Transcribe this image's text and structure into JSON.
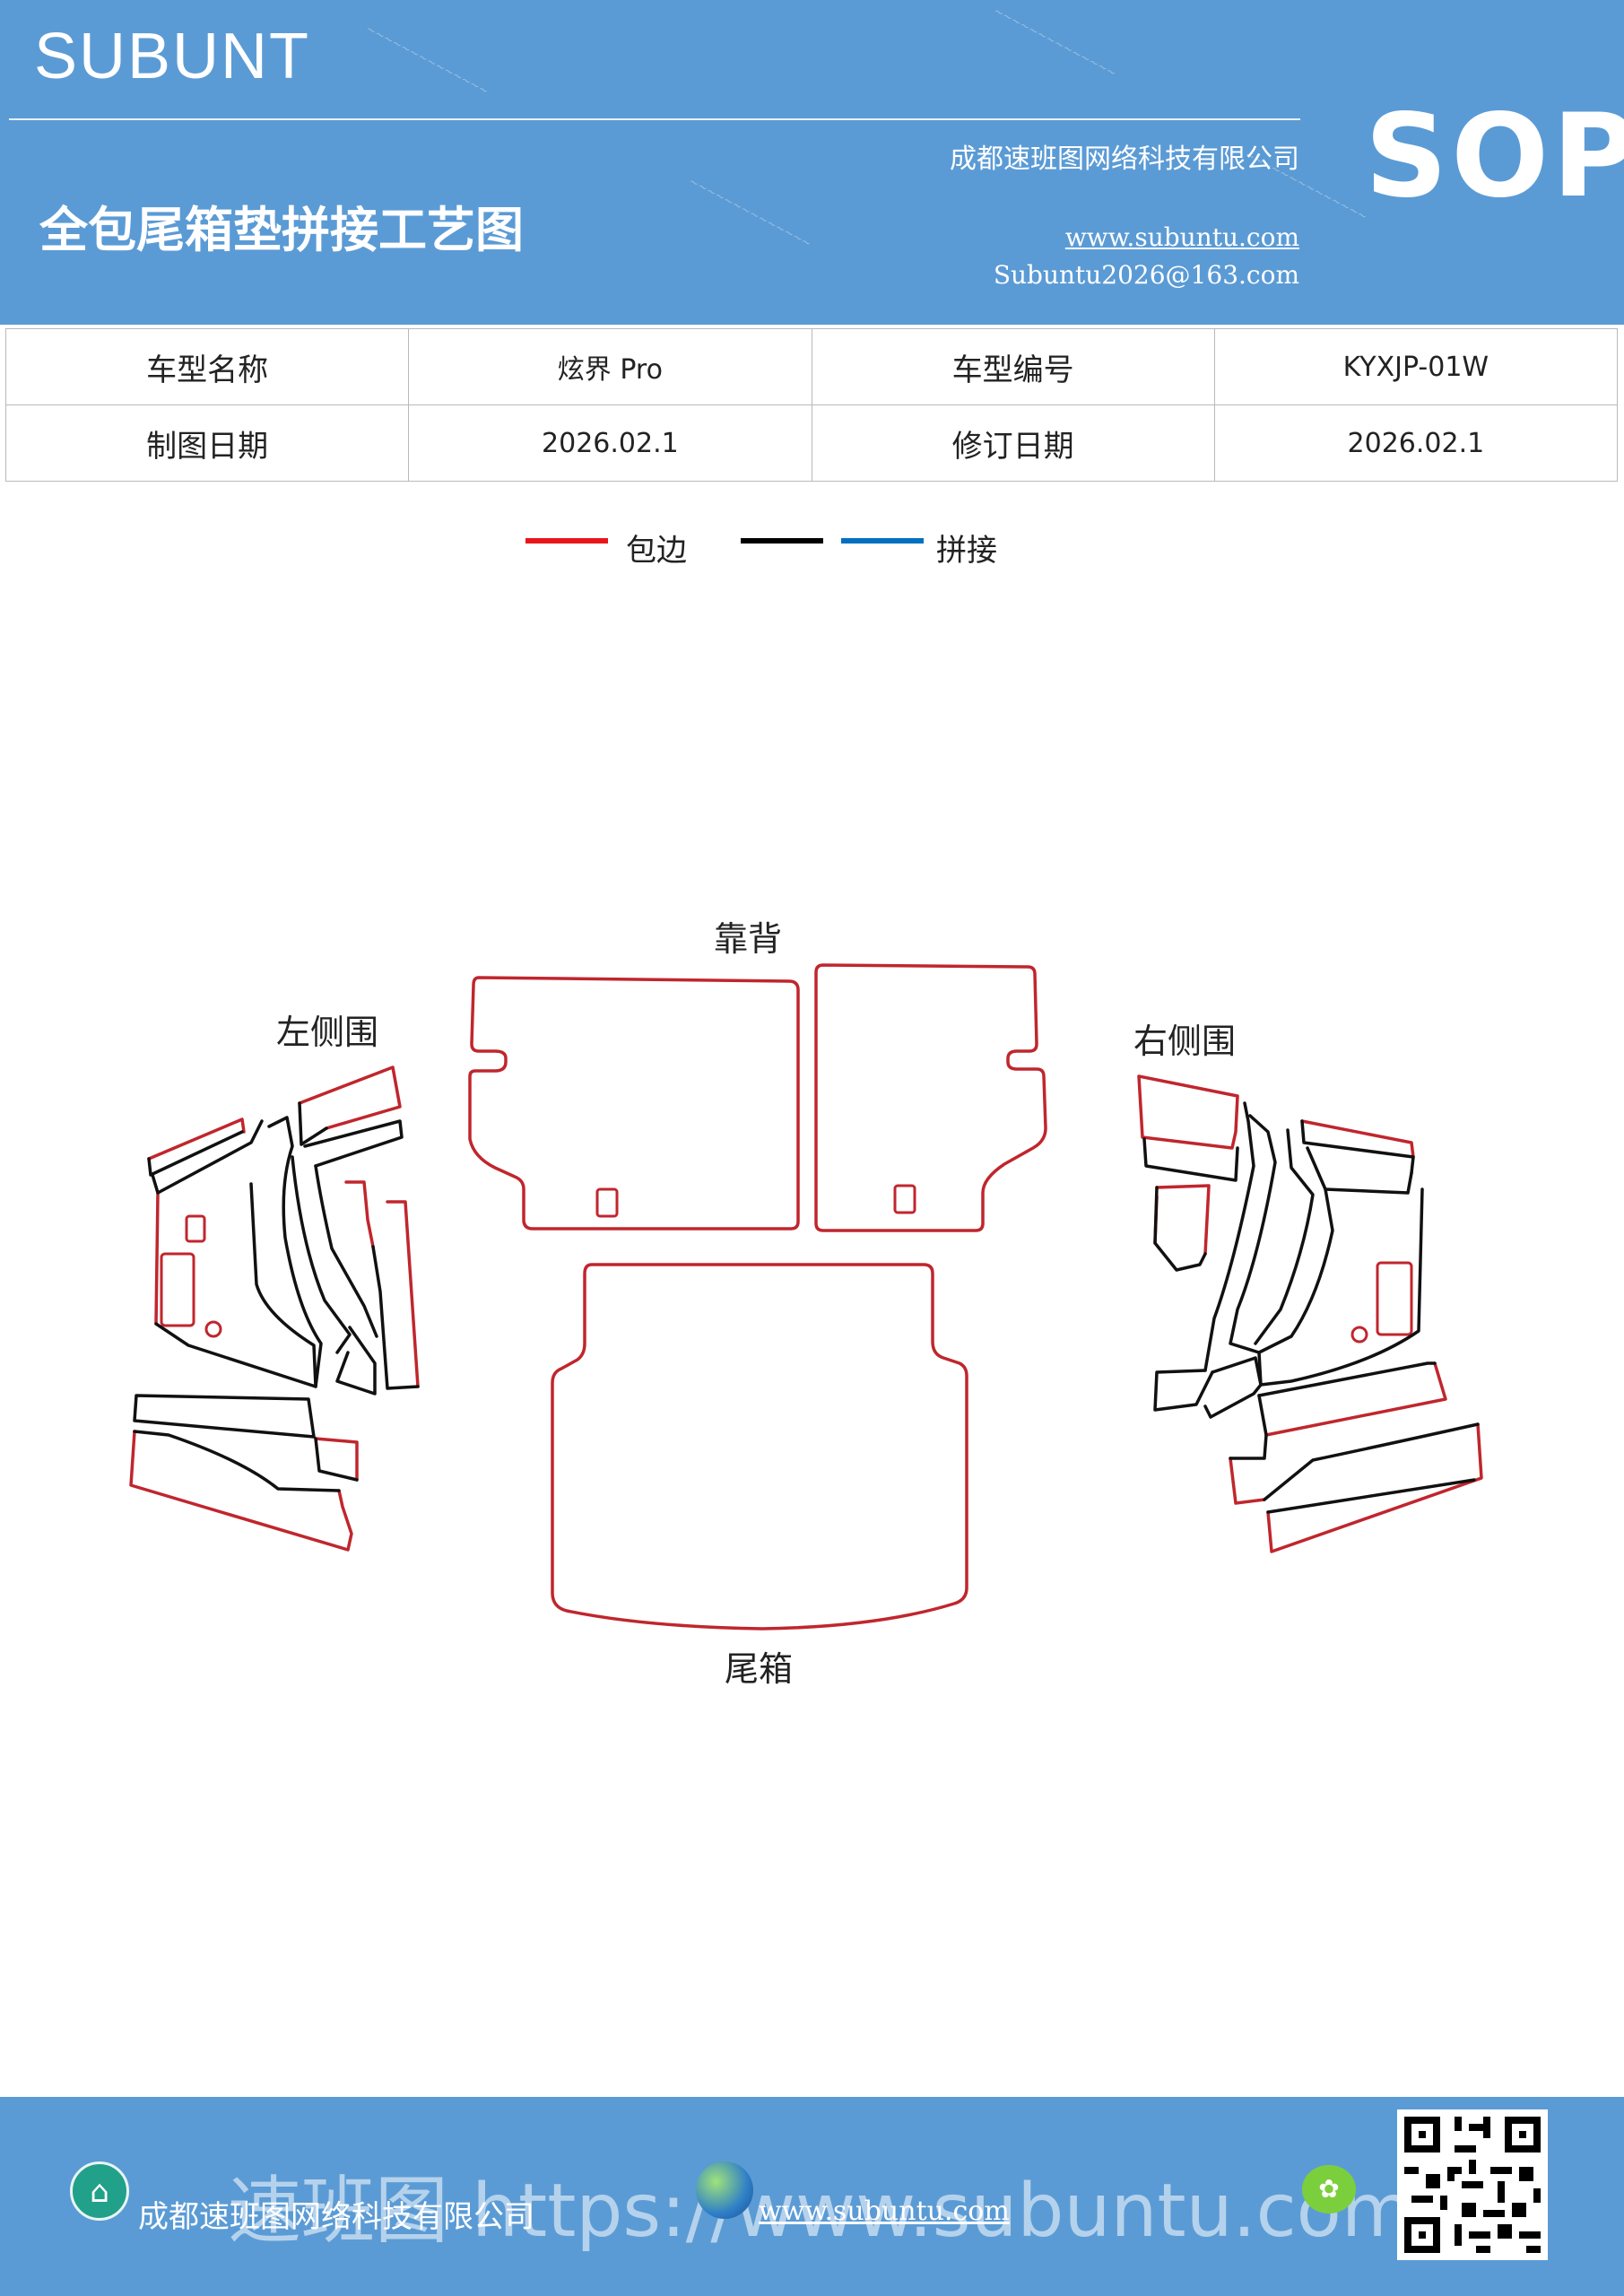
{
  "header": {
    "brand": "SUBUNT",
    "title": "全包尾箱垫拼接工艺图",
    "company": "成都速班图网络科技有限公司",
    "website": "www.subuntu.com",
    "email": "Subuntu2026@163.com",
    "badge": "SOP"
  },
  "info": {
    "model_name_label": "车型名称",
    "model_name_value": "炫界 Pro",
    "model_code_label": "车型编号",
    "model_code_value": "KYXJP-01W",
    "draw_date_label": "制图日期",
    "draw_date_value": "2026.02.1",
    "revise_date_label": "修订日期",
    "revise_date_value": "2026.02.1"
  },
  "legend": {
    "edge_label": "包边",
    "splice_label": "拼接",
    "edge_color": "#e8161b",
    "splice_color_black": "#000000",
    "splice_color_blue": "#0070c0"
  },
  "parts": {
    "backrest": "靠背",
    "left_side": "左侧围",
    "right_side": "右侧围",
    "trunk": "尾箱"
  },
  "footer": {
    "company": "成都速班图网络科技有限公司",
    "website": "www.subuntu.com",
    "watermark": "速班图 https://www.subuntu.com",
    "brand_icon": "building-icon",
    "globe_icon": "globe-icon",
    "qr_icon": "qr-code-icon"
  }
}
